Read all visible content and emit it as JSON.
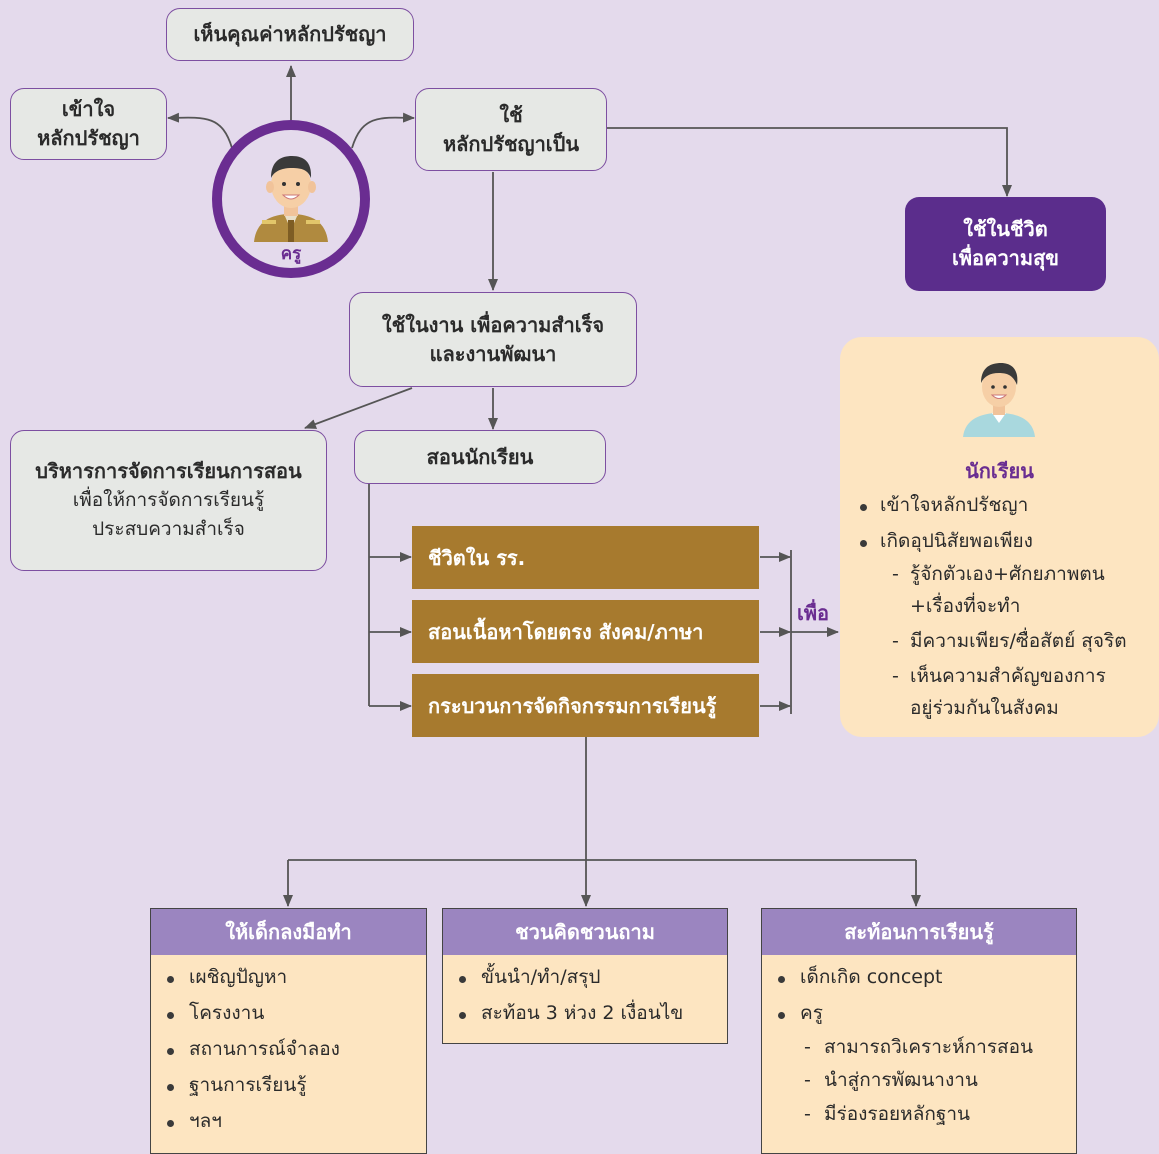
{
  "top": {
    "see_value": "เห็นคุณค่าหลักปรัชญา",
    "understand_1": "เข้าใจ",
    "understand_2": "หลักปรัชญา",
    "use_1": "ใช้",
    "use_2": "หลักปรัชญาเป็น",
    "life_1": "ใช้ในชีวิต",
    "life_2": "เพื่อความสุข",
    "work_1": "ใช้ในงาน เพื่อความสำเร็จ",
    "work_2": "และงานพัฒนา"
  },
  "teacher": {
    "label": "ครู"
  },
  "admin": {
    "title": "บริหารการจัดการเรียนการสอน",
    "line_1": "เพื่อให้การจัดการเรียนรู้",
    "line_2": "ประสบความสำเร็จ"
  },
  "teach_students": "สอนนักเรียน",
  "activities": [
    "ชีวิตใน รร.",
    "สอนเนื้อหาโดยตรง สังคม/ภาษา",
    "กระบวนการจัดกิจกรรมการเรียนรู้"
  ],
  "purpose_label": "เพื่อ",
  "student": {
    "title": "นักเรียน",
    "bullets": [
      "เข้าใจหลักปรัชญา",
      "เกิดอุปนิสัยพอเพียง"
    ],
    "sub_1": "รู้จักตัวเอง+ศักยภาพตน",
    "sub_1b": "+เรื่องที่จะทำ",
    "sub_2": "มีความเพียร/ซื่อสัตย์ สุจริต",
    "sub_3": "เห็นความสำคัญของการ",
    "sub_3b": "อยู่ร่วมกันในสังคม"
  },
  "cards": {
    "hands_on": {
      "title": "ให้เด็กลงมือทำ",
      "items": [
        "เผชิญปัญหา",
        "โครงงาน",
        "สถานการณ์จำลอง",
        "ฐานการเรียนรู้",
        "ฯลฯ"
      ]
    },
    "inquiry": {
      "title": "ชวนคิดชวนถาม",
      "items": [
        "ขั้นนำ/ทำ/สรุป",
        "สะท้อน 3 ห่วง 2 เงื่อนไข"
      ]
    },
    "reflect": {
      "title": "สะท้อนการเรียนรู้",
      "item_1": "เด็กเกิด concept",
      "item_2": "ครู",
      "subs": [
        "สามารถวิเคราะห์การสอน",
        "นำสู่การพัฒนางาน",
        "มีร่องรอยหลักฐาน"
      ]
    }
  },
  "colors": {
    "background": "#e4daec",
    "purple_dark": "#5b2d8c",
    "brown": "#a77a2e",
    "card_head": "#9b85c0",
    "panel": "#fde5c1"
  }
}
